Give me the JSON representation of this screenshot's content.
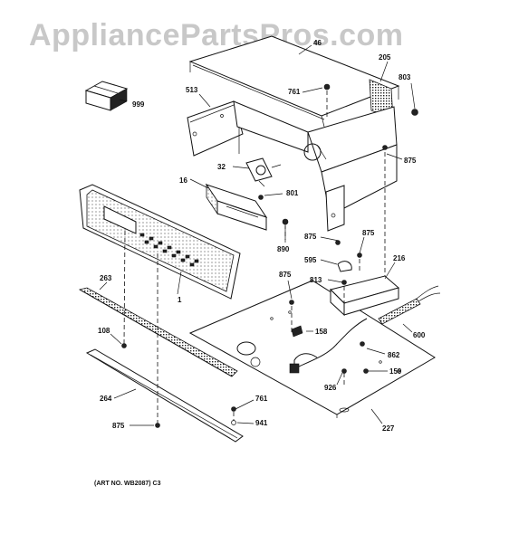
{
  "watermark": "AppliancePartsPros.com",
  "art_number": "(ART NO. WB2087) C3",
  "labels": {
    "p46": "46",
    "p205": "205",
    "p803": "803",
    "p999": "999",
    "p513": "513",
    "p761_top": "761",
    "p875_right": "875",
    "p32": "32",
    "p16": "16",
    "p801": "801",
    "p890": "890",
    "p875_mid": "875",
    "p875_mid2": "875",
    "p595": "595",
    "p216": "216",
    "p813": "813",
    "p875_low": "875",
    "p263": "263",
    "p1": "1",
    "p158": "158",
    "p600": "600",
    "p108": "108",
    "p862": "862",
    "p159": "159",
    "p926": "926",
    "p264": "264",
    "p761_bottom": "761",
    "p941": "941",
    "p875_bottom": "875",
    "p227": "227"
  }
}
